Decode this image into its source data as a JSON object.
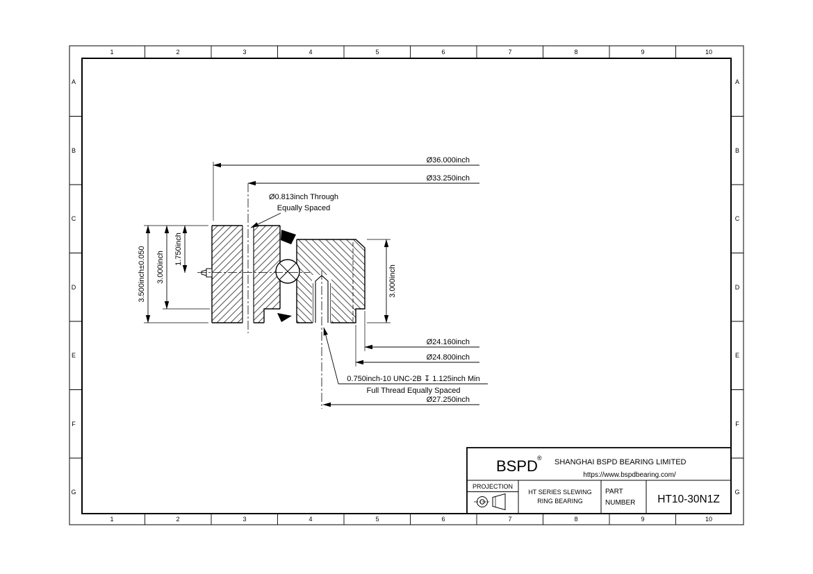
{
  "page": {
    "background": "#ffffff",
    "ink": "#000000"
  },
  "grid": {
    "cols": [
      "1",
      "2",
      "3",
      "4",
      "5",
      "6",
      "7",
      "8",
      "9",
      "10"
    ],
    "rows": [
      "A",
      "B",
      "C",
      "D",
      "E",
      "F",
      "G"
    ]
  },
  "dimensions": {
    "outer_diameter": "Ø36.000inch",
    "mount_bolt_circle": "Ø33.250inch",
    "mount_hole_note1": "Ø0.813inch Through",
    "mount_hole_note2": "Equally Spaced",
    "overall_height": "3.500inch±0.050",
    "outer_ring_height": "3.000inch",
    "ball_center_height": "1.750inch",
    "inner_ring_height": "3.000inch",
    "bore_diameter": "Ø24.160inch",
    "bore_recess_diameter": "Ø24.800inch",
    "thread_note1": "0.750inch-10 UNC-2B ↧ 1.125inch Min",
    "thread_note2": "Full Thread Equally Spaced",
    "thread_bolt_circle": "Ø27.250inch"
  },
  "title_block": {
    "brand": "BSPD",
    "reg_mark": "®",
    "company": "SHANGHAI BSPD BEARING LIMITED",
    "website": "https://www.bspdbearing.com/",
    "projection_label": "PROJECTION",
    "series_line1": "HT SERIES SLEWING",
    "series_line2": "RING BEARING",
    "part_label_line1": "PART",
    "part_label_line2": "NUMBER",
    "part_number": "HT10-30N1Z"
  }
}
